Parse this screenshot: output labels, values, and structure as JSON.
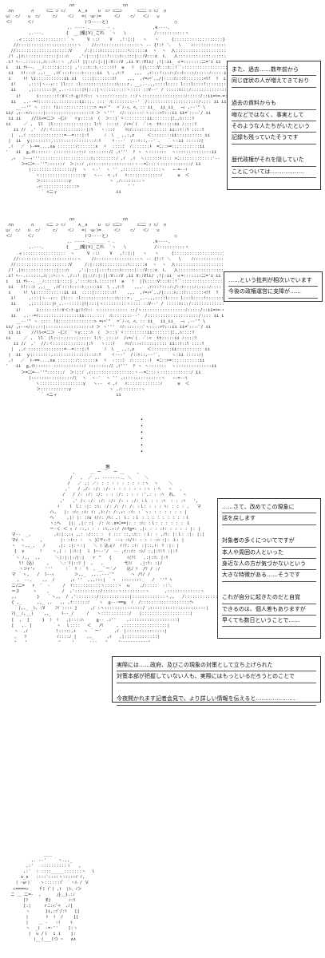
{
  "panel1": {
    "narration": [
      "また、過去……数年前から",
      "同じ症状の人が増えてきており",
      "",
      "過去の資料からも",
      "噂などではなく、事実として",
      "そのような人たちがいたという",
      "記録も残っていたそうです",
      "",
      "歴代政権がそれを隠していた",
      "ことについては………………"
    ]
  },
  "panel2": {
    "narration": [
      "……という批判が相次いでいます",
      "今後の政権運営に支障が……"
    ]
  },
  "panel3": {
    "narration": [
      "……さて、改めてこの現象に",
      "話を戻します",
      "",
      "対象者の多くについてですが",
      "本人や周囲の人といった",
      "身近な人の方が気づかないという",
      "大きな特徴がある……そうです",
      "",
      "これが自分に起きたのだと自覚",
      "できるのは、個人差もありますが",
      "早くても数日ということで……"
    ]
  },
  "panel4": {
    "narration": [
      "実際には……政府、及びこの現象の対策として立ち上げられた",
      "対策本部が把握していない人も、実際にはもっといるだろうとのことで",
      "",
      "今夜開かれます記者会見で、より詳しい情報を伝えると…………………"
    ]
  },
  "separator_dots": "・・・・・・",
  "colors": {
    "background": "#ffffff",
    "ink": "#111111",
    "box_border": "#333333"
  }
}
